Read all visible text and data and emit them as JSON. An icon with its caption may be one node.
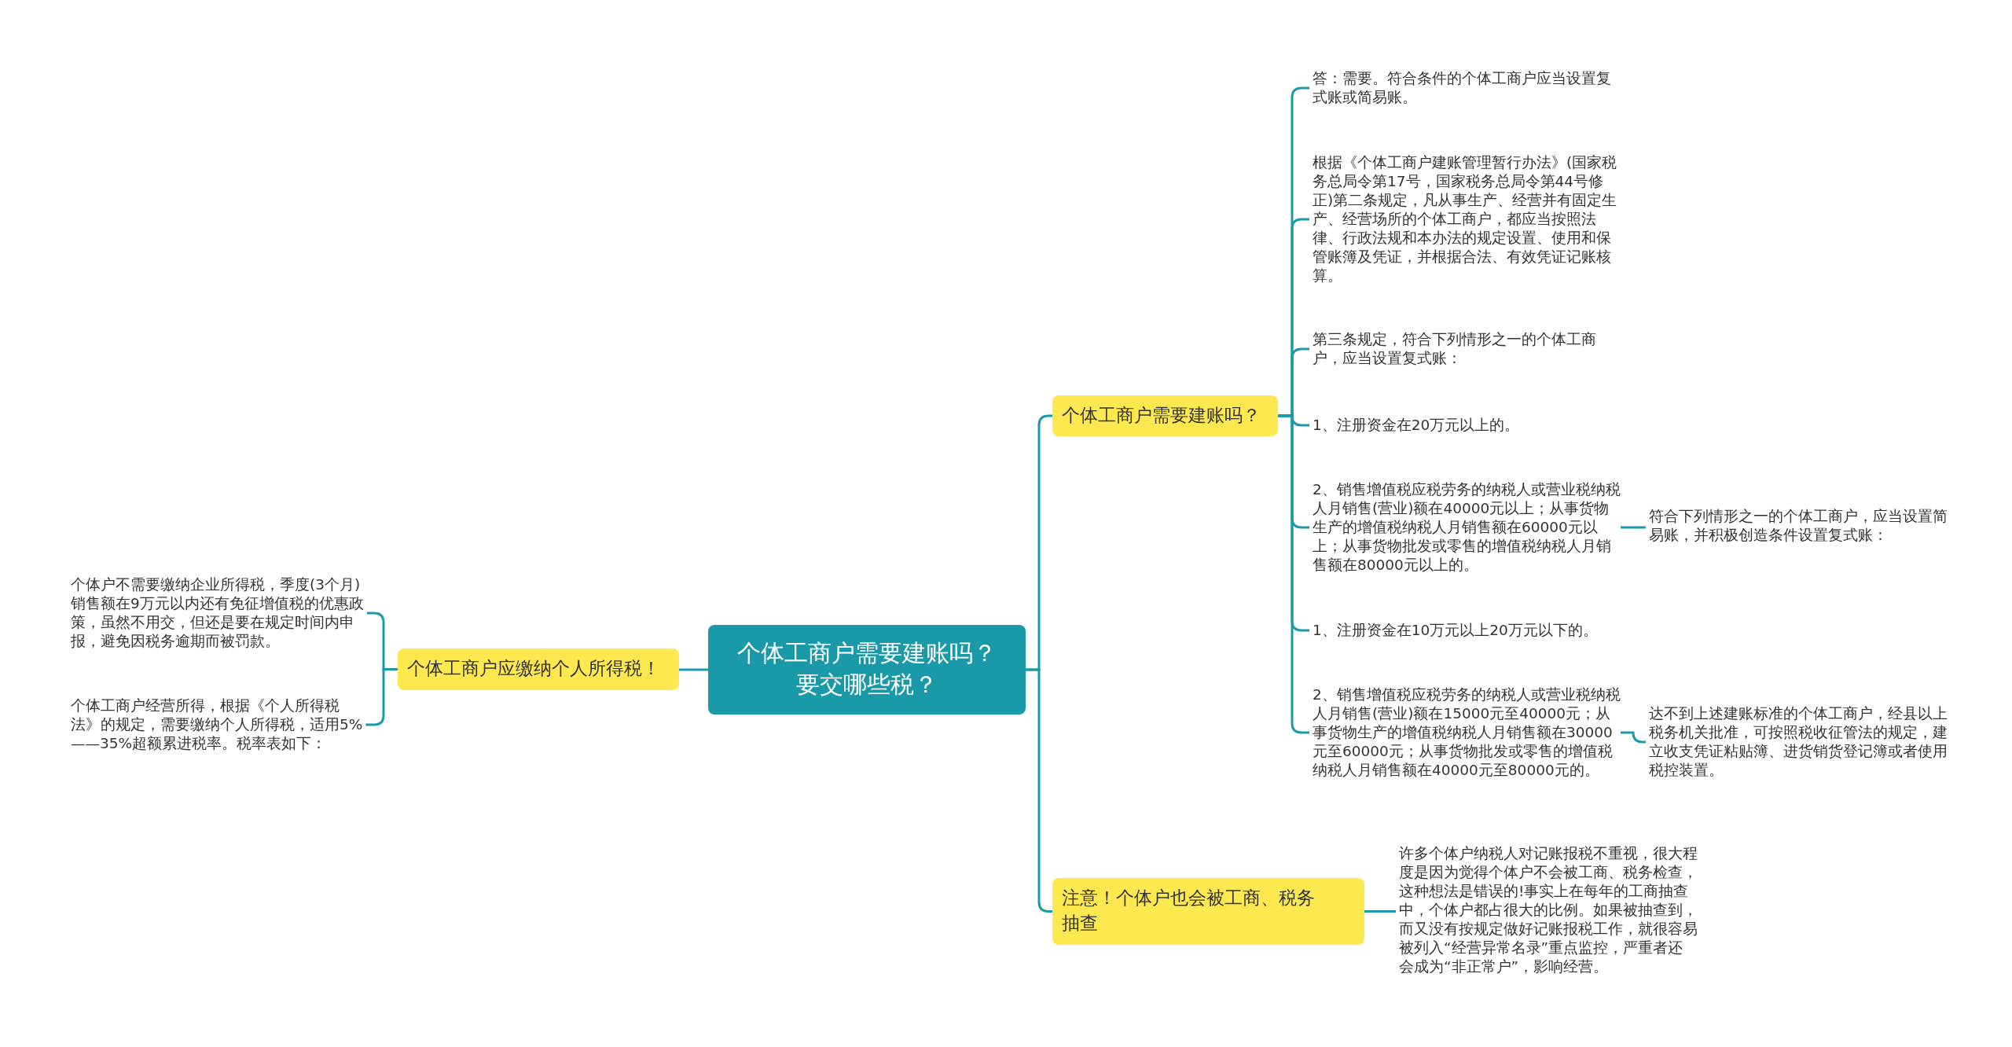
{
  "diagram": {
    "nodes": [
      {
        "text": [
          "个体工商户需要建账吗？要交哪些税？"
        ]
      },
      {
        "text": [
          "个体工商户需要建账吗？"
        ]
      },
      {
        "text": [
          "注意！个体户也会被工商、税务抽查"
        ]
      },
      {
        "text": [
          "个体工商户应缴纳个人所得税！"
        ]
      },
      {
        "text": [
          "答：需要。符合条件的个体工商户应当设置复式账或简易账。"
        ]
      },
      {
        "text": [
          "根据《个体工商户建账管理暂行办法》(国家税务总局令第17号，国家税务总局令第44号修正)第二条规定，凡从事生产、经营并有固定生产、经营场所的个体工商户，都应当按照法律、行政法规和本办法的规定设置、使用和保管账簿及凭证，并根据合法、有效凭证记账核算。"
        ]
      },
      {
        "text": [
          "第三条规定，符合下列情形之一的个体工商户，应当设置复式账："
        ]
      },
      {
        "text": [
          "1、注册资金在20万元以上的。"
        ]
      },
      {
        "text": [
          "2、销售增值税应税劳务的纳税人或营业税纳税人月销售(营业)额在40000元以上；从事货物生产的增值税纳税人月销售额在60000元以上；从事货物批发或零售的增值税纳税人月销售额在80000元以上的。"
        ]
      },
      {
        "text": [
          "符合下列情形之一的个体工商户，应当设置简易账，并积极创造条件设置复式账："
        ]
      },
      {
        "text": [
          "1、注册资金在10万元以上20万元以下的。"
        ]
      },
      {
        "text": [
          "2、销售增值税应税劳务的纳税人或营业税纳税人月销售(营业)额在15000元至40000元；从事货物生产的增值税纳税人月销售额在30000元至60000元；从事货物批发或零售的增值税纳税人月销售额在40000元至80000元的。"
        ]
      },
      {
        "text": [
          "达不到上述建账标准的个体工商户，经县以上税务机关批准，可按照税收征管法的规定，建立收支凭证粘贴簿、进货销货登记簿或者使用税控装置。"
        ]
      },
      {
        "text": [
          "许多个体户纳税人对记账报税不重视，很大程度是因为觉得个体户不会被工商、税务检查，这种想法是错误的!事实上在每年的工商抽查中，个体户都占很大的比例。如果被抽查到，而又没有按规定做好记账报税工作，就很容易被列入“经营异常名录”重点监控，严重者还会成为“非正常户”，影响经营。"
        ]
      },
      {
        "text": [
          "个体户不需要缴纳企业所得税，季度(3个月)销售额在9万元以内还有免征增值税的优惠政策，虽然不用交，但还是要在规定时间内申报，避免因税务逾期而被罚款。"
        ]
      },
      {
        "text": [
          "个体工商户经营所得，根据《个人所得税法》的规定，需要缴纳个人所得税，适用5%——35%超额累进税率。税率表如下："
        ]
      }
    ],
    "edges": [
      {
        "from": 0,
        "to": 1,
        "arrow": "none"
      },
      {
        "from": 0,
        "to": 2,
        "arrow": "none"
      },
      {
        "from": 0,
        "to": 3,
        "arrow": "none"
      },
      {
        "from": 1,
        "to": 4,
        "arrow": "none"
      },
      {
        "from": 1,
        "to": 5,
        "arrow": "none"
      },
      {
        "from": 1,
        "to": 6,
        "arrow": "none"
      },
      {
        "from": 1,
        "to": 7,
        "arrow": "none"
      },
      {
        "from": 1,
        "to": 8,
        "arrow": "none"
      },
      {
        "from": 8,
        "to": 9,
        "arrow": "none"
      },
      {
        "from": 1,
        "to": 10,
        "arrow": "none"
      },
      {
        "from": 1,
        "to": 11,
        "arrow": "none"
      },
      {
        "from": 11,
        "to": 12,
        "arrow": "none"
      },
      {
        "from": 2,
        "to": 13,
        "arrow": "none"
      },
      {
        "from": 3,
        "to": 14,
        "arrow": "none"
      },
      {
        "from": 3,
        "to": 15,
        "arrow": "none"
      }
    ]
  }
}
